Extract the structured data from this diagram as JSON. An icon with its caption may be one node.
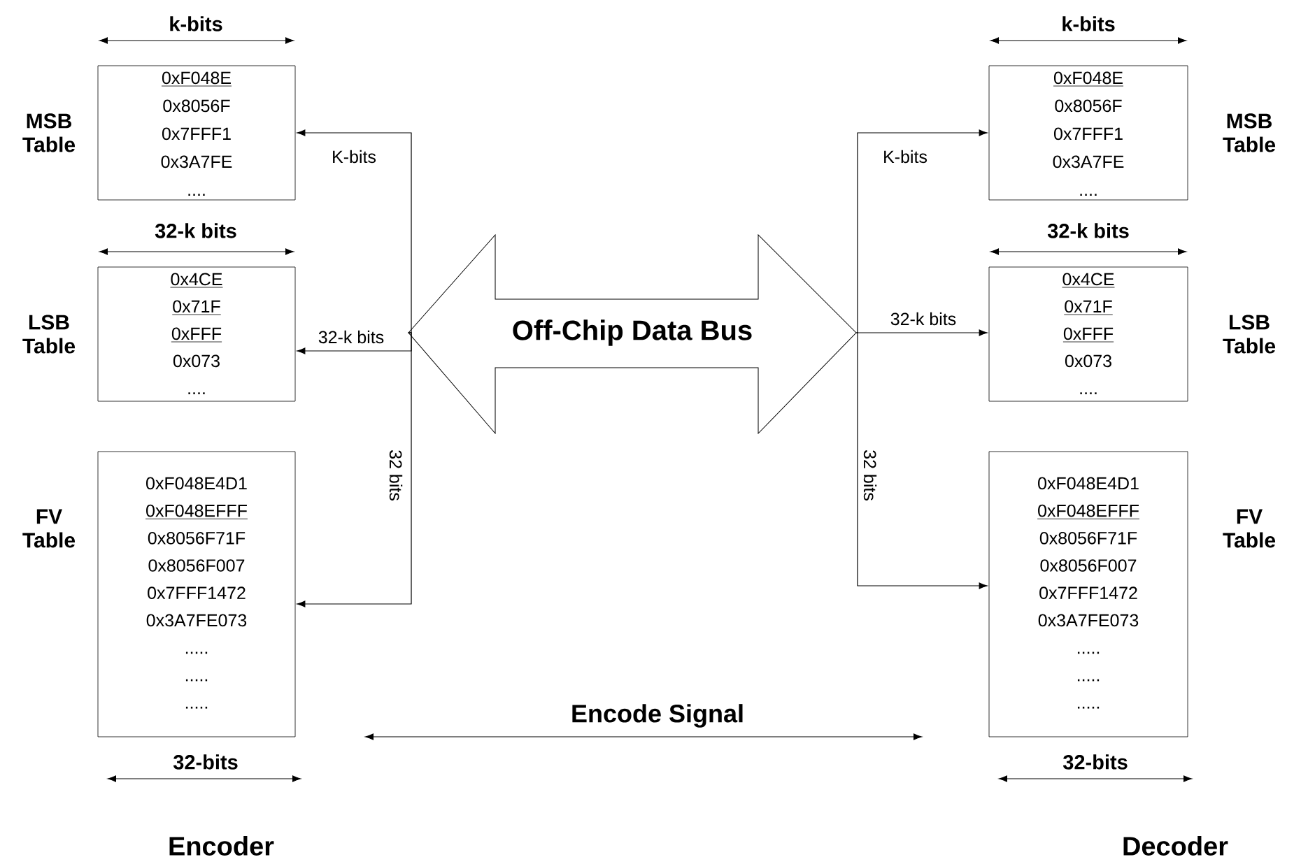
{
  "diagram": {
    "nodes": [
      {
        "text": [
          "MSB Table",
          "0xF048E",
          "0x8056F",
          "0x7FFF1",
          "0x3A7FE",
          "...."
        ]
      },
      {
        "text": [
          "MSB Table",
          "0xF048E",
          "0x8056F",
          "0x7FFF1",
          "0x3A7FE",
          "...."
        ]
      },
      {
        "text": [
          "LSB Table",
          "0x4CE",
          "0x71F",
          "0xFFF",
          "0x073",
          "...."
        ]
      },
      {
        "text": [
          "Off-Chip Data Bus"
        ]
      },
      {
        "text": [
          "LSB Table",
          "0x4CE",
          "0x71F",
          "0xFFF",
          "0x073",
          "...."
        ]
      },
      {
        "text": [
          "FV Table",
          "0xF048E4D1",
          "0xF048EFFF",
          "0x8056F71F",
          "0x8056F007",
          "0x7FFF1472",
          "0x3A7FE073",
          ".....",
          ".....",
          "....."
        ]
      },
      {
        "text": [
          "FV Table",
          "0xF048E4D1",
          "0xF048EFFF",
          "0x8056F71F",
          "0x8056F007",
          "0x7FFF1472",
          "0x3A7FE073",
          ".....",
          ".....",
          "....."
        ]
      }
    ],
    "edges": [
      {
        "from": 3,
        "to": 0,
        "arrow": "to",
        "label": "K-bits"
      },
      {
        "from": 3,
        "to": 2,
        "arrow": "to",
        "label": "32-k bits"
      },
      {
        "from": 3,
        "to": 5,
        "arrow": "to",
        "label": "32 bits"
      },
      {
        "from": 3,
        "to": 1,
        "arrow": "to",
        "label": "K-bits"
      },
      {
        "from": 3,
        "to": 4,
        "arrow": "to",
        "label": "32-k bits"
      },
      {
        "from": 3,
        "to": 6,
        "arrow": "to",
        "label": "32 bits"
      }
    ],
    "labels": [
      "k-bits",
      "k-bits",
      "32-k bits",
      "32-k bits",
      "Encode Signal",
      "32-bits",
      "32-bits",
      "Encoder",
      "Decoder"
    ]
  }
}
